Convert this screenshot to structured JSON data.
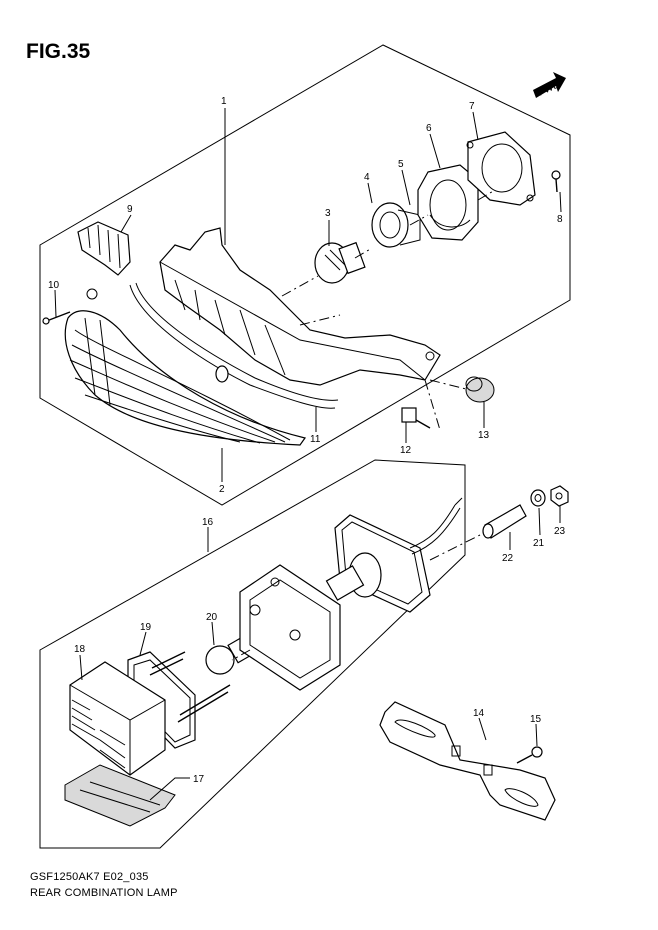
{
  "figure": {
    "title": "FIG.35",
    "footer_code": "GSF1250AK7 E02_035",
    "footer_name": "REAR COMBINATION LAMP",
    "fwd_label": "FWD"
  },
  "callouts": [
    "1",
    "2",
    "3",
    "4",
    "5",
    "6",
    "7",
    "8",
    "9",
    "10",
    "11",
    "12",
    "13",
    "14",
    "15",
    "16",
    "17",
    "18",
    "19",
    "20",
    "21",
    "22",
    "23"
  ]
}
